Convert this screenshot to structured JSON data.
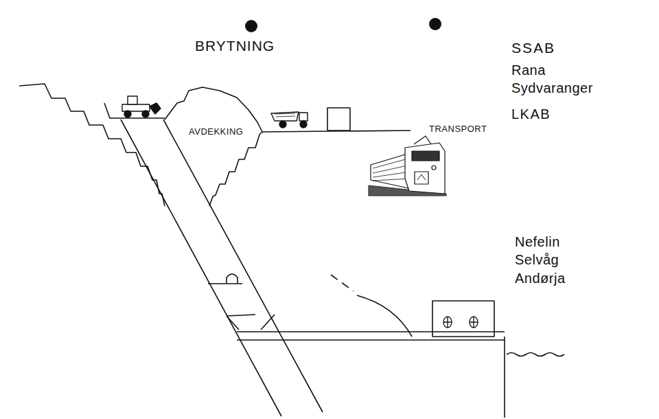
{
  "diagram": {
    "labels": [
      "BRYTNING",
      "SSAB",
      "Rana",
      "Sydvaranger",
      "LKAB",
      "AVDEKKING",
      "TRANSPORT",
      "Nefelin",
      "Selvåg",
      "Andørja"
    ]
  }
}
